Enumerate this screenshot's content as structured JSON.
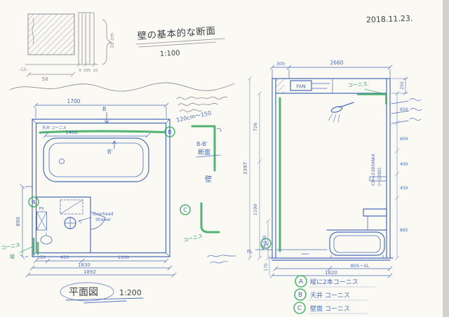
{
  "meta": {
    "date": "2018.11.23."
  },
  "palette": {
    "pen": "#4a6db8",
    "pencil": "#8a8e96",
    "marker": "#33a85c",
    "ink": "#3d4149",
    "paper": "#fbf9f4"
  },
  "detail": {
    "title": "壁の基本的な断面",
    "scale": "1:100",
    "thickness_note": "10 cm",
    "dim_offset": "-12-",
    "dim_58": "58",
    "dim_9": "9",
    "dim_335": "335",
    "dim_10": "10"
  },
  "plan": {
    "caption": "平面図",
    "caption_scale": "1:200",
    "dim_top": "1700",
    "dim_tub": "1400",
    "dim_left": "890",
    "dim_seg_150": "150",
    "dim_seg_450": "450",
    "dim_seg_1100": "1100",
    "dim_total_1830": "1830",
    "dim_total_1892": "1892",
    "ceiling_cornice_label": "天井 コーニス",
    "overhead_line1": "Overhead",
    "overhead_line2": "Shower",
    "ps_label": "PS",
    "cornice_vertical_line1": "コーニス",
    "cornice_vertical_line2": "縦",
    "section_b": "B",
    "section_b_prime": "B'",
    "circle_a": "A",
    "circle_b": "B"
  },
  "mid": {
    "size_note": "120cm〜150",
    "section_title_line1": "B-B'",
    "section_title_line2": "断面",
    "wall_label": "壁",
    "cornice_label": "コーニス",
    "circle_c": "C"
  },
  "elevation": {
    "fan_label": "FAN",
    "cornice_label": "コーニス",
    "dim_300": "300",
    "dim_2660": "2660",
    "dim_250": "250",
    "dim_650": "650",
    "dim_600": "600",
    "dim_400": "400",
    "dim_450": "450",
    "dim_865": "865",
    "dim_726": "726",
    "dim_2397": "2397",
    "dim_1100": "1100",
    "dim_520": "520",
    "dim_170": "170",
    "ch_note": "CH=2385MAX",
    "ch_note2": "(〜2280)",
    "fl_label": "FL",
    "dim_805": "805〜SL",
    "dim_1820": "1820",
    "circle_a": "A"
  },
  "legend": {
    "items": [
      {
        "key": "A",
        "label": "縦に2本コーニス"
      },
      {
        "key": "B",
        "label": "天井 コーニス"
      },
      {
        "key": "C",
        "label": "壁面 コーニス"
      }
    ]
  }
}
